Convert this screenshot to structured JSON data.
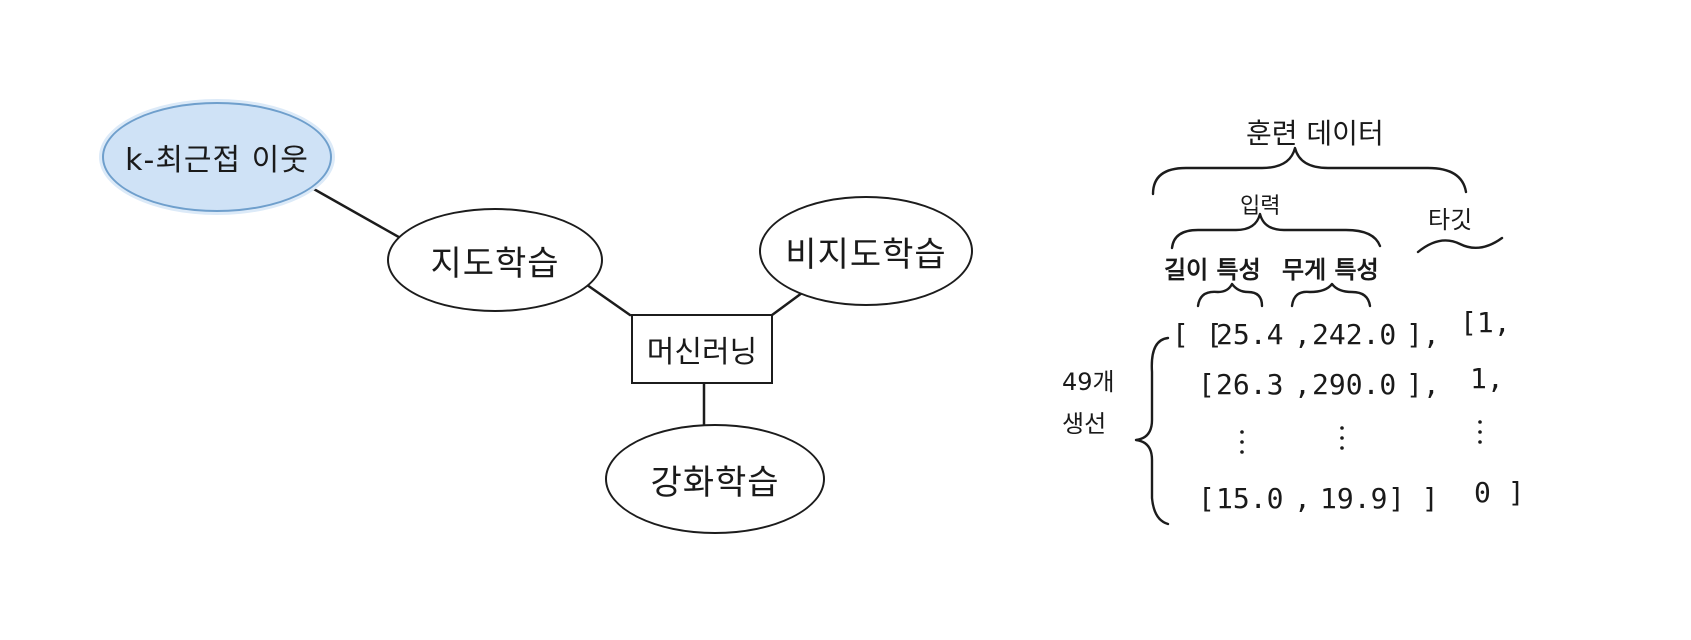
{
  "diagram": {
    "nodes": {
      "knn": "k-최근접 이웃",
      "supervised": "지도학습",
      "unsupervised": "비지도학습",
      "ml": "머신러닝",
      "reinforcement": "강화학습"
    }
  },
  "data_sketch": {
    "training_data": "훈련 데이터",
    "input": "입력",
    "target": "타깃",
    "length_feature": "길이 특성",
    "weight_feature": "무게 특성",
    "sample_count": "49개",
    "sample_label": "생선",
    "rows": [
      {
        "open": "[ [",
        "length": "25.4",
        "weight": "242.0",
        "close": "],",
        "target": "[1,"
      },
      {
        "open": "[",
        "length": "26.3",
        "weight": "290.0",
        "close": "],",
        "target": "1,"
      },
      {
        "open": "[",
        "length": "15.0",
        "weight": "19.9",
        "close": "] ]",
        "target": "0 ]"
      }
    ]
  }
}
